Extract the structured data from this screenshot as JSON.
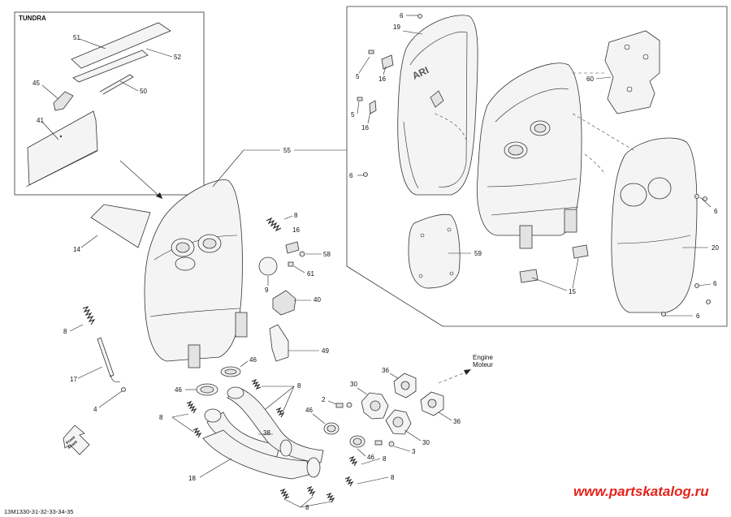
{
  "title": "TUNDRA",
  "drawing_code": "13M1330-31-32-33-34-35",
  "watermark": "www.partskatalog.ru",
  "direction": {
    "line1": "Engine",
    "line2": "Moteur"
  },
  "front_label": {
    "line1": "Front",
    "line2": "Avant"
  },
  "callouts": {
    "c51": "51",
    "c52": "52",
    "c45": "45",
    "c50": "50",
    "c41": "41",
    "c55": "55",
    "c14": "14",
    "c8a": "8",
    "c16a": "16",
    "c58": "58",
    "c61": "61",
    "c9": "9",
    "c40": "40",
    "c49": "49",
    "c46a": "46",
    "c8b": "8",
    "c17": "17",
    "c4": "4",
    "c46b": "46",
    "c8c": "8",
    "c2": "2",
    "c36a": "36",
    "c30a": "30",
    "c46c": "46",
    "c36b": "36",
    "c38": "38",
    "c3": "3",
    "c30b": "30",
    "c46d": "46",
    "c8d": "8",
    "c18": "18",
    "c8e": "8",
    "c8f": "8",
    "c8g": "8",
    "c6a": "6",
    "c19": "19",
    "c5a": "5",
    "c16b": "16",
    "c5b": "5",
    "c16c": "16",
    "c6b": "6",
    "c60": "60",
    "c6c": "6",
    "c20": "20",
    "c6d": "6",
    "c6e": "6",
    "c59": "59",
    "c15": "15"
  }
}
